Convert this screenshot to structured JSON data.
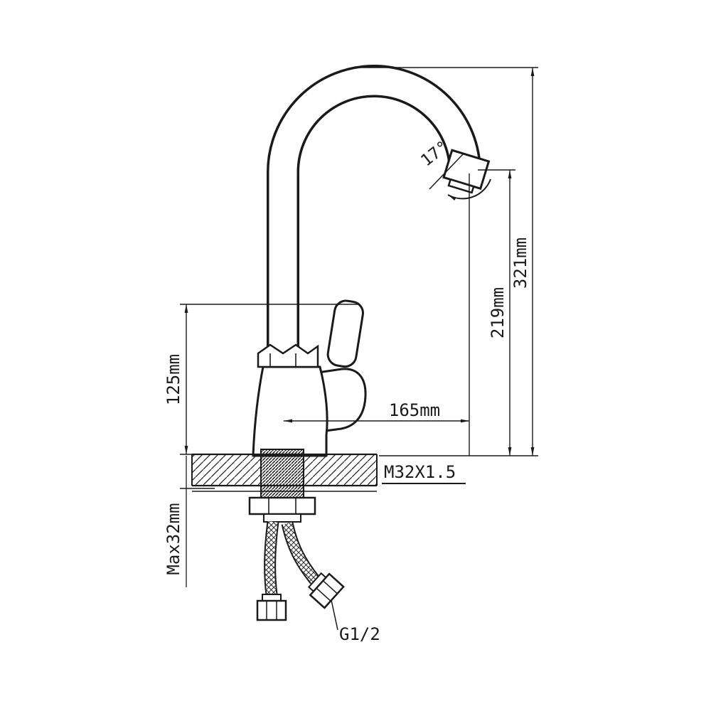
{
  "page": {
    "background": "#ffffff",
    "ink": "#1a1a1a",
    "kind": "technical installation drawing of a single-lever kitchen faucet with gooseneck spout"
  },
  "diagram": {
    "dimensions": {
      "overall_height": "321mm",
      "outlet_height": "219mm",
      "body_height": "125mm",
      "spout_reach": "165mm",
      "spout_angle": "17°",
      "mounting_thread": "M32X1.5",
      "max_counter_thickness": "Max32mm",
      "hose_connector": "G1/2"
    }
  }
}
